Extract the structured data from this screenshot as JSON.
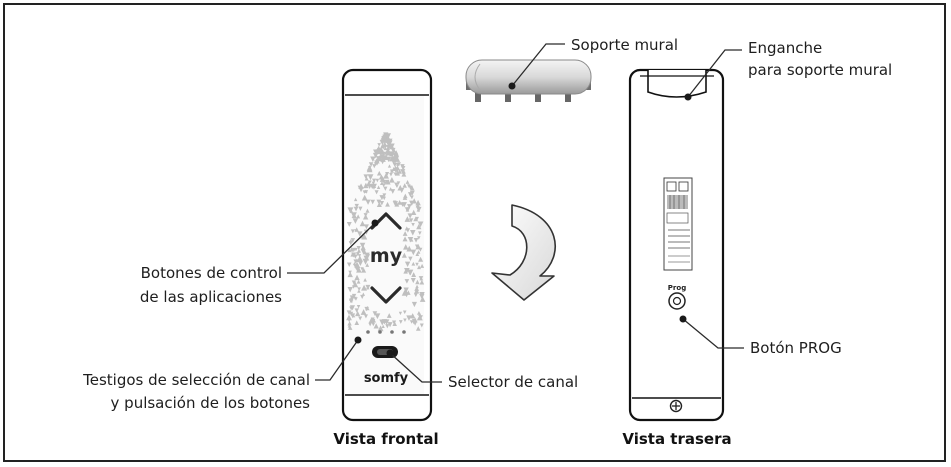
{
  "labels": {
    "wall_bracket": "Soporte mural",
    "hook_line1": "Enganche",
    "hook_line2": "para soporte mural",
    "control_buttons_line1": "Botones de control",
    "control_buttons_line2": "de las aplicaciones",
    "leds_line1": "Testigos de selección de canal",
    "leds_line2": "y pulsación de los botones",
    "channel_selector": "Selector de canal",
    "prog_button": "Botón PROG"
  },
  "captions": {
    "front": "Vista frontal",
    "back": "Vista trasera"
  },
  "device": {
    "my_button": "my",
    "brand": "somfy",
    "prog_tag": "Prog"
  },
  "icons": [
    "up-chevron-icon",
    "down-chevron-icon",
    "rotate-arrow-icon",
    "screw-icon"
  ]
}
